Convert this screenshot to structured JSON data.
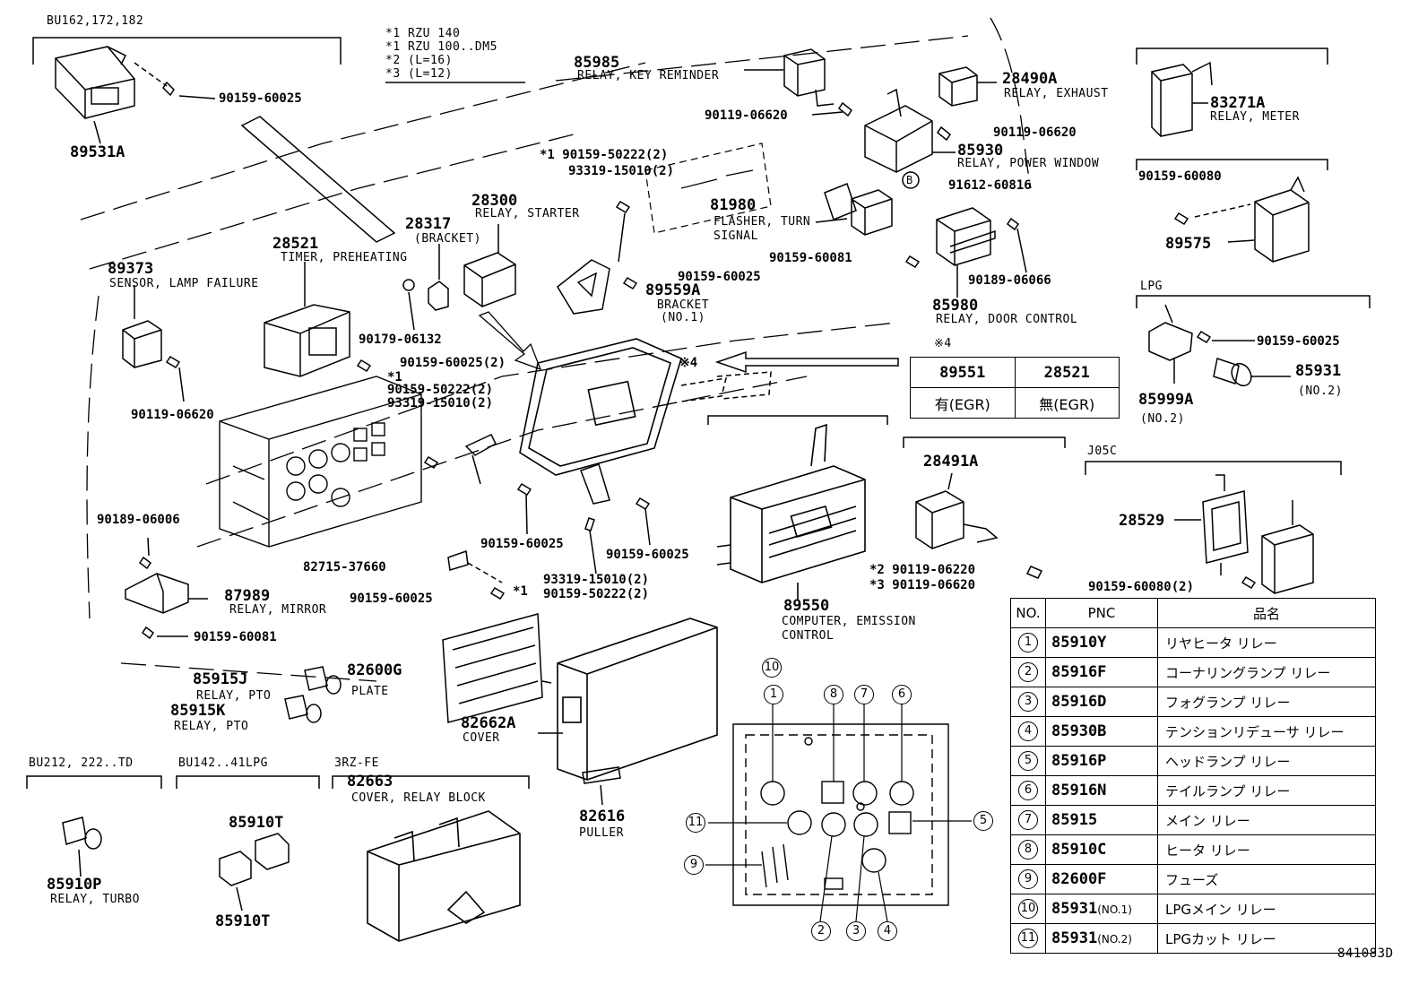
{
  "header_groups": {
    "bu162": "BU162,172,182",
    "notes": [
      "*1  RZU 140",
      "*1  RZU 100..DM5",
      "*2  (L=16)",
      "*3  (L=12)"
    ],
    "lpg": "LPG",
    "j05c": "J05C",
    "bu212": "BU212, 222..TD",
    "bu142": "BU142..41LPG",
    "3rzfe": "3RZ-FE",
    "x4": "※4"
  },
  "parts": [
    {
      "num": "89531A",
      "desc": ""
    },
    {
      "num": "90159-60025",
      "desc": ""
    },
    {
      "num": "85985",
      "desc": "RELAY, KEY REMINDER"
    },
    {
      "num": "28490A",
      "desc": "RELAY, EXHAUST"
    },
    {
      "num": "83271A",
      "desc": "RELAY, METER"
    },
    {
      "num": "90119-06620",
      "desc": ""
    },
    {
      "num": "85930",
      "desc": "RELAY, POWER WINDOW"
    },
    {
      "num": "90159-60080",
      "desc": ""
    },
    {
      "num": "91612-60816",
      "desc": ""
    },
    {
      "num": "89575",
      "desc": ""
    },
    {
      "num": "28300",
      "desc": "RELAY, STARTER"
    },
    {
      "num": "28317",
      "desc": "(BRACKET)"
    },
    {
      "num": "28521",
      "desc": "TIMER, PREHEATING"
    },
    {
      "num": "81980",
      "desc": "FLASHER, TURN SIGNAL"
    },
    {
      "num": "89373",
      "desc": "SENSOR, LAMP FAILURE"
    },
    {
      "num": "89559A",
      "desc": "BRACKET (NO.1)"
    },
    {
      "num": "90189-06066",
      "desc": ""
    },
    {
      "num": "85980",
      "desc": "RELAY, DOOR CONTROL"
    },
    {
      "num": "85931",
      "desc": "(NO.2)"
    },
    {
      "num": "85999A",
      "desc": "(NO.2)"
    },
    {
      "num": "28491A",
      "desc": ""
    },
    {
      "num": "28529",
      "desc": ""
    },
    {
      "num": "89550",
      "desc": "COMPUTER, EMISSION CONTROL"
    },
    {
      "num": "87989",
      "desc": "RELAY, MIRROR"
    },
    {
      "num": "82600G",
      "desc": "PLATE"
    },
    {
      "num": "85915J",
      "desc": "RELAY, PTO"
    },
    {
      "num": "85915K",
      "desc": "RELAY, PTO"
    },
    {
      "num": "82662A",
      "desc": "COVER"
    },
    {
      "num": "82616",
      "desc": "PULLER"
    },
    {
      "num": "82663",
      "desc": "COVER, RELAY BLOCK"
    },
    {
      "num": "85910P",
      "desc": "RELAY, TURBO"
    },
    {
      "num": "85910T",
      "desc": ""
    }
  ],
  "bolt_labels": {
    "b1": "*1 90159-50222(2)",
    "b2": "93319-15010(2)",
    "b3": "90159-60025",
    "b4": "90159-60081",
    "b5": "90179-06132",
    "b6": "90159-60025(2)",
    "b7": "90159-50222(2)",
    "b8": "93319-15010(2)",
    "b9": "90119-06620",
    "b10": "90189-06006",
    "b11": "90159-60025",
    "b12": "90159-60025",
    "b13": "82715-37660",
    "b14": "93319-15010(2)",
    "b15": "90159-50222(2)",
    "b16": "90159-60025",
    "b17": "90159-60081",
    "b18": "*2 90119-06220",
    "b19": "*3 90119-06620",
    "b20": "90159-60080(2)",
    "b21": "90159-60025",
    "b22": "90119-06620",
    "b23": "90119-06620",
    "star1a": "*1",
    "star1b": "*1",
    "mark4": "※4",
    "bsym": "B"
  },
  "egr_table": {
    "header": [
      "89551",
      "28521"
    ],
    "row": [
      "有(EGR)",
      "無(EGR)"
    ]
  },
  "pnc_table": {
    "headers": [
      "NO.",
      "PNC",
      "品名"
    ],
    "rows": [
      {
        "no": "1",
        "pnc": "85910Y",
        "suffix": "",
        "name": "リヤヒータ リレー"
      },
      {
        "no": "2",
        "pnc": "85916F",
        "suffix": "",
        "name": "コーナリングランプ リレー"
      },
      {
        "no": "3",
        "pnc": "85916D",
        "suffix": "",
        "name": "フォグランプ リレー"
      },
      {
        "no": "4",
        "pnc": "85930B",
        "suffix": "",
        "name": "テンションリデューサ リレー"
      },
      {
        "no": "5",
        "pnc": "85916P",
        "suffix": "",
        "name": "ヘッドランプ リレー"
      },
      {
        "no": "6",
        "pnc": "85916N",
        "suffix": "",
        "name": "テイルランプ リレー"
      },
      {
        "no": "7",
        "pnc": "85915",
        "suffix": "",
        "name": "メイン リレー"
      },
      {
        "no": "8",
        "pnc": "85910C",
        "suffix": "",
        "name": "ヒータ リレー"
      },
      {
        "no": "9",
        "pnc": "82600F",
        "suffix": "",
        "name": "フューズ"
      },
      {
        "no": "10",
        "pnc": "85931",
        "suffix": "(NO.1)",
        "name": "LPGメイン リレー"
      },
      {
        "no": "11",
        "pnc": "85931",
        "suffix": "(NO.2)",
        "name": "LPGカット リレー"
      }
    ]
  },
  "diagram_code": "841083D",
  "relay_block_callouts": [
    "1",
    "2",
    "3",
    "4",
    "5",
    "6",
    "7",
    "8",
    "9",
    "10",
    "11"
  ]
}
